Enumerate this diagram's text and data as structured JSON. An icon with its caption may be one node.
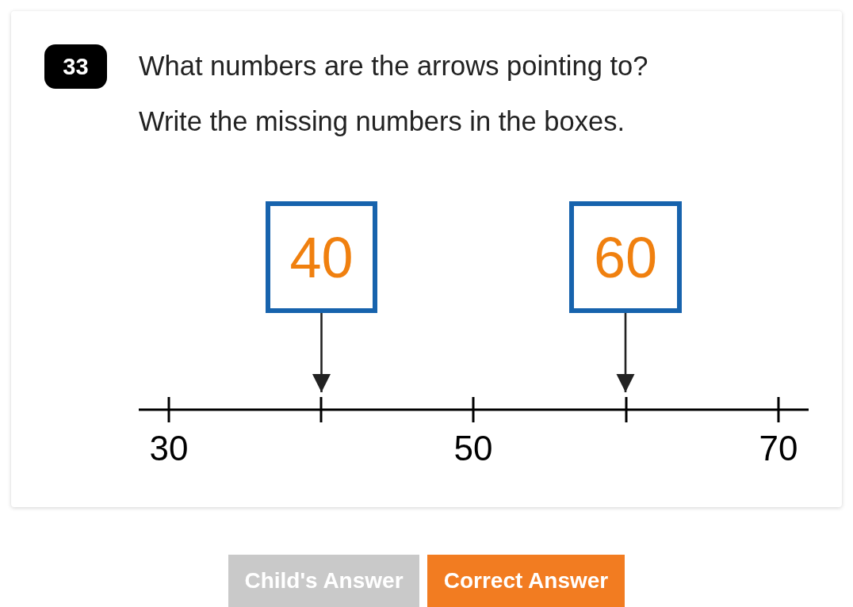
{
  "diagram": {
    "nodes": [
      {
        "text": [
          "33"
        ]
      },
      {
        "text": [
          "40"
        ]
      },
      {
        "text": [
          "60"
        ]
      }
    ],
    "edges": [
      {
        "from": 1,
        "to": null,
        "arrow": "to"
      },
      {
        "from": 2,
        "to": null,
        "arrow": "to"
      }
    ],
    "labels": [
      "What numbers are the arrows pointing to?",
      "Write the missing numbers in the boxes.",
      "30",
      "50",
      "70",
      "Child's Answer",
      "Correct Answer"
    ]
  }
}
